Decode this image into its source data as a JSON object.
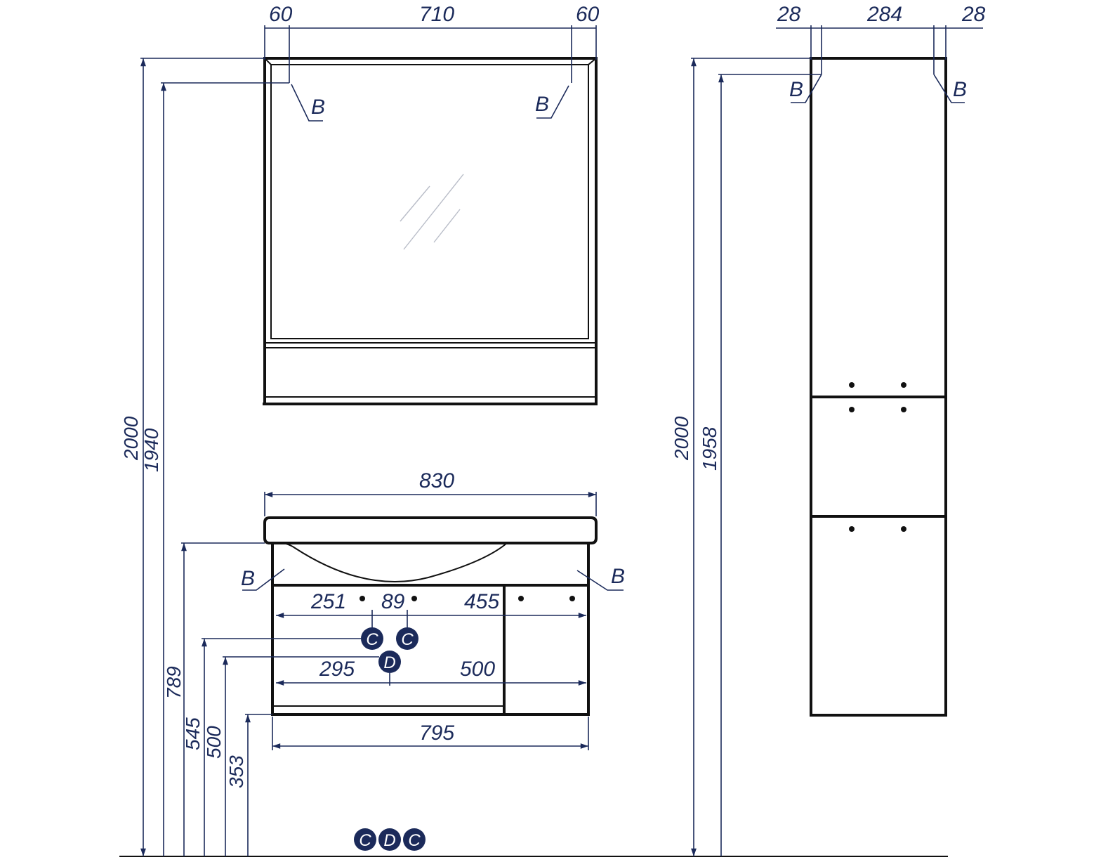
{
  "dimensions": {
    "mirror_left": "60",
    "mirror_mid": "710",
    "mirror_right": "60",
    "col_left": "28",
    "col_mid": "284",
    "col_right": "28",
    "total_height_left": "2000",
    "mirror_top": "1940",
    "total_height_right": "2000",
    "col_top": "1958",
    "vanity_width": "830",
    "vanity_body": "795",
    "v789": "789",
    "v545": "545",
    "v500": "500",
    "v353": "353",
    "c_left": "251",
    "c_gap": "89",
    "c_right": "455",
    "d_left": "295",
    "d_right": "500"
  },
  "markers": {
    "b": "B",
    "c": "C",
    "d": "D"
  },
  "colors": {
    "dimension": "#1b2a5a",
    "line": "#111111"
  }
}
